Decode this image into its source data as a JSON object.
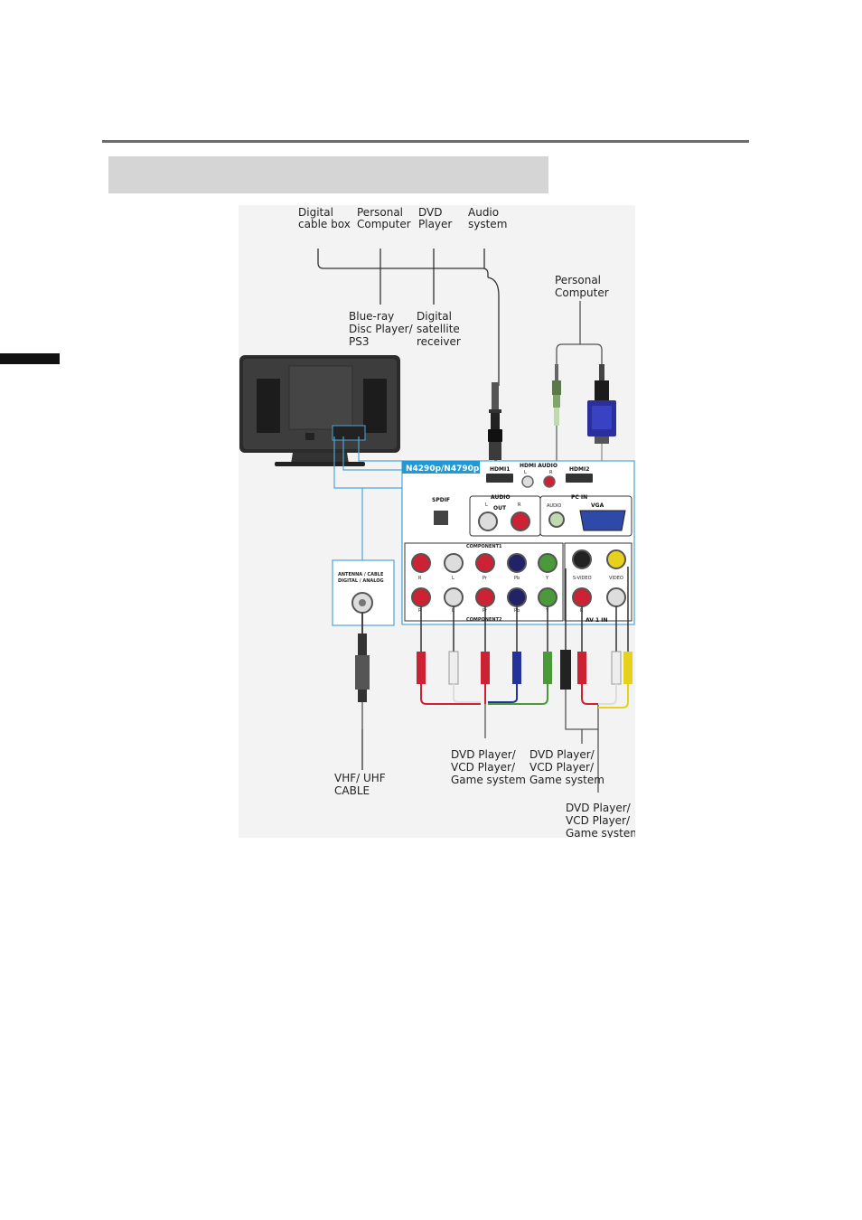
{
  "labels": {
    "digital_cable_box": [
      "Digital",
      "cable box"
    ],
    "personal_computer_top": [
      "Personal",
      "Computer"
    ],
    "dvd_player_top": [
      "DVD",
      "Player"
    ],
    "audio_system": [
      "Audio",
      "system"
    ],
    "bluray": [
      "Blue-ray",
      "Disc Player/",
      "PS3"
    ],
    "digital_satellite": [
      "Digital",
      "satellite",
      "receiver"
    ],
    "personal_computer_right": [
      "Personal",
      "Computer"
    ],
    "vhf_uhf": [
      "VHF/ UHF",
      "CABLE"
    ],
    "dvd_component": [
      "DVD Player/",
      "VCD Player/",
      "Game system"
    ],
    "dvd_svideo": [
      "DVD Player/",
      "VCD Player/",
      "Game system"
    ],
    "dvd_video": [
      "DVD Player/",
      "VCD Player/",
      "Game system"
    ]
  },
  "panel": {
    "model": "N4290p/N4790p",
    "hdmi1": "HDMI1",
    "hdmi_audio": "HDMI AUDIO",
    "hdmi2": "HDMI2",
    "spdif": "SPDIF",
    "audio_out": "AUDIO",
    "out": "OUT",
    "pc_in": "PC IN",
    "pc_audio": "AUDIO",
    "vga": "VGA",
    "component1": "COMPONENT1",
    "component2": "COMPONENT2",
    "av1_in": "AV 1 IN",
    "svideo": "S-VIDEO",
    "video": "VIDEO",
    "l": "L",
    "r": "R",
    "jacks_top": [
      "R",
      "L",
      "Pr",
      "Pb",
      "Y"
    ],
    "jacks_bottom": [
      "R",
      "L",
      "Pr",
      "Pb",
      "Y"
    ],
    "antenna": [
      "ANTENNA / CABLE",
      "DIGITAL / ANALOG"
    ]
  }
}
